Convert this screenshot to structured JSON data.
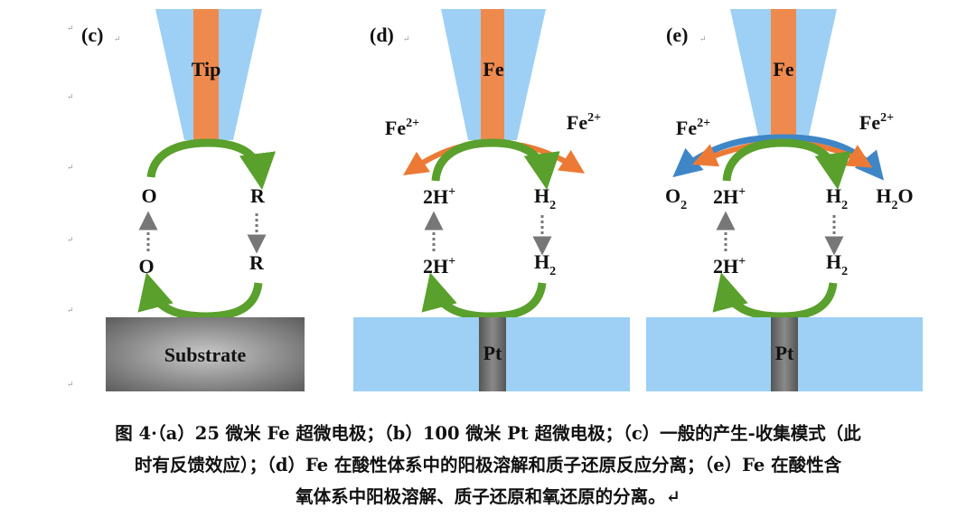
{
  "panels": {
    "c": {
      "label": "(c)",
      "tip_label": "Tip",
      "oxidized_top": "O",
      "reduced_top": "R",
      "oxidized_bottom": "O",
      "reduced_bottom": "R",
      "substrate_label": "Substrate"
    },
    "d": {
      "label": "(d)",
      "tip_label": "Fe",
      "ion_left": "Fe",
      "ion_right": "Fe",
      "ion_charge": "2+",
      "proton_top": "2H",
      "proton_bottom": "2H",
      "proton_charge": "+",
      "hydrogen_top": "H",
      "hydrogen_bottom": "H",
      "hydrogen_sub": "2",
      "electrode_label": "Pt"
    },
    "e": {
      "label": "(e)",
      "tip_label": "Fe",
      "ion_left": "Fe",
      "ion_right": "Fe",
      "ion_charge": "2+",
      "oxygen": "O",
      "oxygen_sub": "2",
      "water_h": "H",
      "water_sub": "2",
      "water_o": "O",
      "proton_top": "2H",
      "proton_bottom": "2H",
      "proton_charge": "+",
      "hydrogen_top": "H",
      "hydrogen_bottom": "H",
      "hydrogen_sub": "2",
      "electrode_label": "Pt"
    }
  },
  "paragraph_mark": "↵",
  "caption": {
    "line1": "图 4·（a）25 微米 Fe 超微电极；（b）100 微米 Pt 超微电极；（c）一般的产生-收集模式（此",
    "line2": "时有反馈效应）；（d）Fe 在酸性体系中的阳极溶解和质子还原反应分离；（e）Fe 在酸性含",
    "line3": "氧体系中阳极溶解、质子还原和氧还原的分离。↵"
  },
  "colors": {
    "tip_blue": "#9dd0f4",
    "tip_core": "#ef8a4e",
    "green_arrow": "#5aa02c",
    "orange_arrow": "#ec7a35",
    "blue_arrow": "#3f86c6",
    "substrate": "#6b6b6b",
    "pt": "#6a6a6a",
    "dotted_arrow": "#777777"
  }
}
